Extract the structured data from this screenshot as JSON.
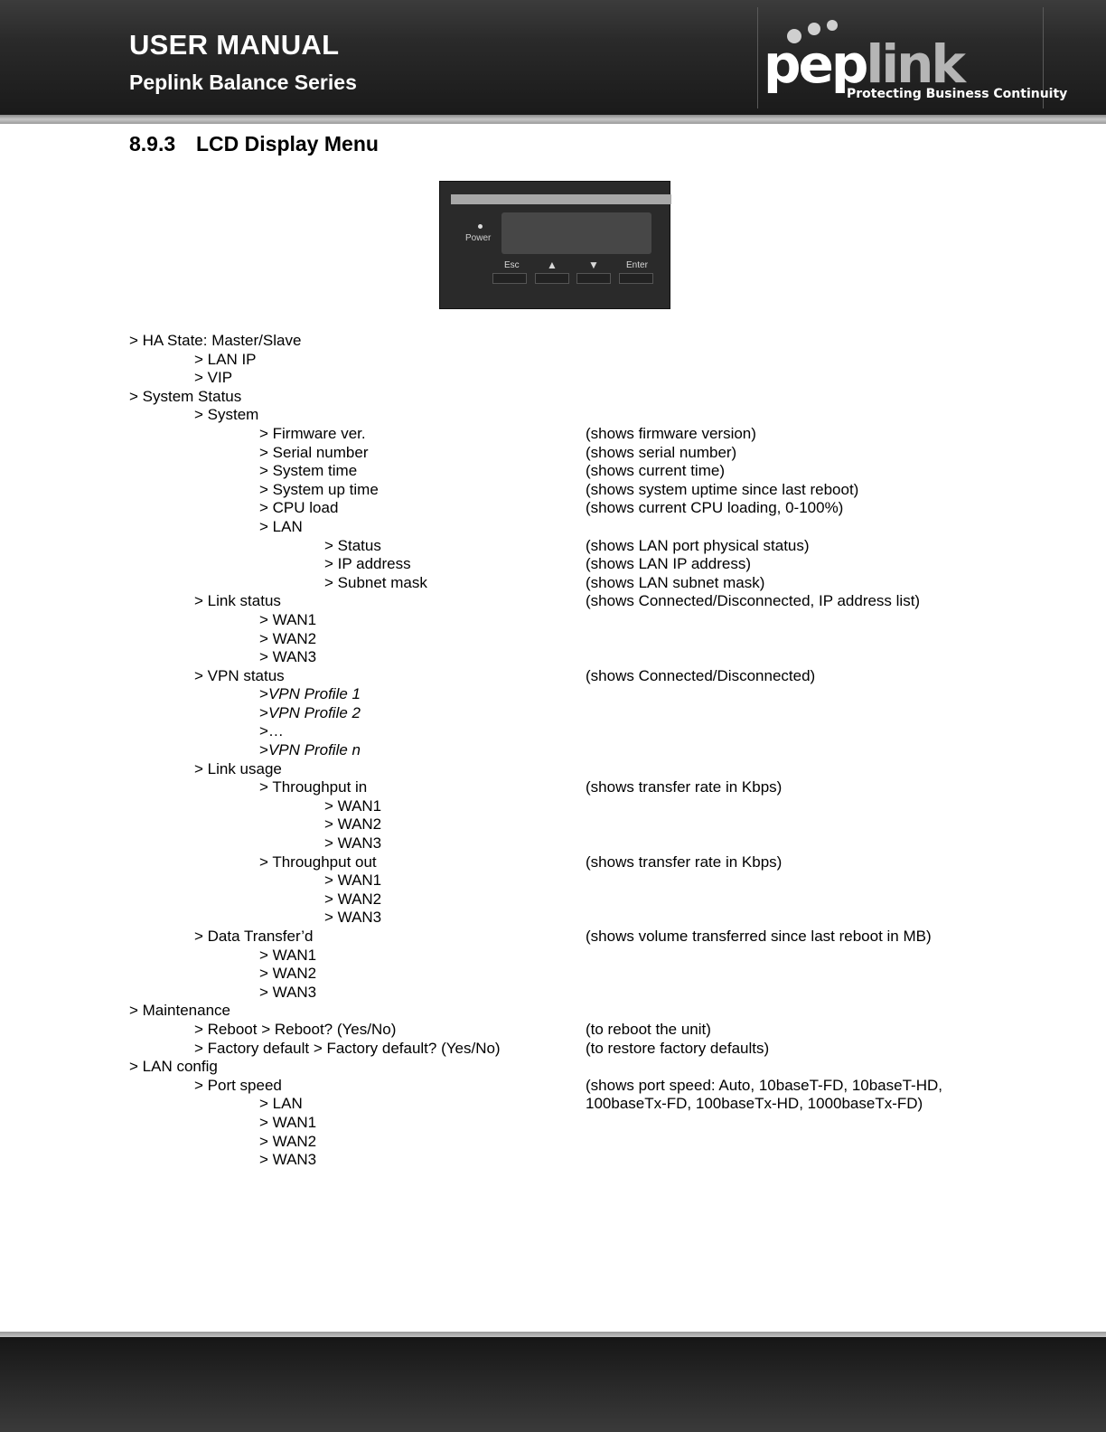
{
  "header": {
    "title": "USER MANUAL",
    "subtitle": "Peplink Balance Series",
    "logo_text_a": "pep",
    "logo_text_b": "link",
    "logo_tagline": "Protecting Business Continuity"
  },
  "section": {
    "number": "8.9.3",
    "title": "LCD Display Menu"
  },
  "lcd_panel": {
    "power_label": "Power",
    "esc_label": "Esc",
    "up_label": "▲",
    "down_label": "▼",
    "enter_label": "Enter"
  },
  "menu": [
    {
      "level": 0,
      "text": "> HA State: Master/Slave",
      "desc": ""
    },
    {
      "level": 1,
      "text": "> LAN IP",
      "desc": ""
    },
    {
      "level": 1,
      "text": "> VIP",
      "desc": ""
    },
    {
      "level": 0,
      "text": "> System Status",
      "desc": ""
    },
    {
      "level": 1,
      "text": "> System",
      "desc": ""
    },
    {
      "level": 2,
      "text": "> Firmware ver.",
      "desc": "(shows firmware version)"
    },
    {
      "level": 2,
      "text": "> Serial number",
      "desc": "(shows serial number)"
    },
    {
      "level": 2,
      "text": "> System time",
      "desc": "(shows current time)"
    },
    {
      "level": 2,
      "text": "> System up time",
      "desc": "(shows system uptime since last reboot)"
    },
    {
      "level": 2,
      "text": "> CPU load",
      "desc": "(shows current CPU loading, 0-100%)"
    },
    {
      "level": 2,
      "text": "> LAN",
      "desc": ""
    },
    {
      "level": 3,
      "text": "> Status",
      "desc": "(shows LAN port physical status)"
    },
    {
      "level": 3,
      "text": "> IP address",
      "desc": "(shows LAN IP address)"
    },
    {
      "level": 3,
      "text": "> Subnet mask",
      "desc": "(shows LAN subnet mask)"
    },
    {
      "level": 1,
      "text": "> Link status",
      "desc": "(shows Connected/Disconnected, IP address list)"
    },
    {
      "level": 2,
      "text": "> WAN1",
      "desc": ""
    },
    {
      "level": 2,
      "text": "> WAN2",
      "desc": ""
    },
    {
      "level": 2,
      "text": "> WAN3",
      "desc": ""
    },
    {
      "level": 1,
      "text": "> VPN status",
      "desc": "(shows Connected/Disconnected)"
    },
    {
      "level": 2,
      "text": ">",
      "italic": "VPN Profile 1",
      "desc": ""
    },
    {
      "level": 2,
      "text": ">",
      "italic": "VPN Profile 2",
      "desc": ""
    },
    {
      "level": 2,
      "text": ">…",
      "desc": ""
    },
    {
      "level": 2,
      "text": ">",
      "italic": "VPN Profile n",
      "desc": ""
    },
    {
      "level": 1,
      "text": "> Link usage",
      "desc": ""
    },
    {
      "level": 2,
      "text": "> Throughput in",
      "desc": "(shows transfer rate in Kbps)"
    },
    {
      "level": 3,
      "text": "> WAN1",
      "desc": ""
    },
    {
      "level": 3,
      "text": "> WAN2",
      "desc": ""
    },
    {
      "level": 3,
      "text": "> WAN3",
      "desc": ""
    },
    {
      "level": 2,
      "text": "> Throughput out",
      "desc": "(shows transfer rate in Kbps)"
    },
    {
      "level": 3,
      "text": "> WAN1",
      "desc": ""
    },
    {
      "level": 3,
      "text": "> WAN2",
      "desc": ""
    },
    {
      "level": 3,
      "text": "> WAN3",
      "desc": ""
    },
    {
      "level": 1,
      "text": "> Data Transfer’d",
      "desc": "(shows volume transferred since last reboot in MB)"
    },
    {
      "level": 2,
      "text": "> WAN1",
      "desc": ""
    },
    {
      "level": 2,
      "text": "> WAN2",
      "desc": ""
    },
    {
      "level": 2,
      "text": "> WAN3",
      "desc": ""
    },
    {
      "level": 0,
      "text": "> Maintenance",
      "desc": ""
    },
    {
      "level": 1,
      "text": "> Reboot > Reboot? (Yes/No)",
      "desc": "(to reboot the unit)"
    },
    {
      "level": 1,
      "text": "> Factory default  > Factory default? (Yes/No)",
      "desc": "(to restore factory defaults)"
    },
    {
      "level": 0,
      "text": "> LAN config",
      "desc": ""
    },
    {
      "level": 1,
      "text": "> Port speed",
      "desc": "(shows port speed: Auto, 10baseT-FD, 10baseT-HD,"
    },
    {
      "level": 2,
      "text": "> LAN",
      "desc": "100baseTx-FD, 100baseTx-HD, 1000baseTx-FD)"
    },
    {
      "level": 2,
      "text": "> WAN1",
      "desc": ""
    },
    {
      "level": 2,
      "text": "> WAN2",
      "desc": ""
    },
    {
      "level": 2,
      "text": "> WAN3",
      "desc": ""
    }
  ]
}
